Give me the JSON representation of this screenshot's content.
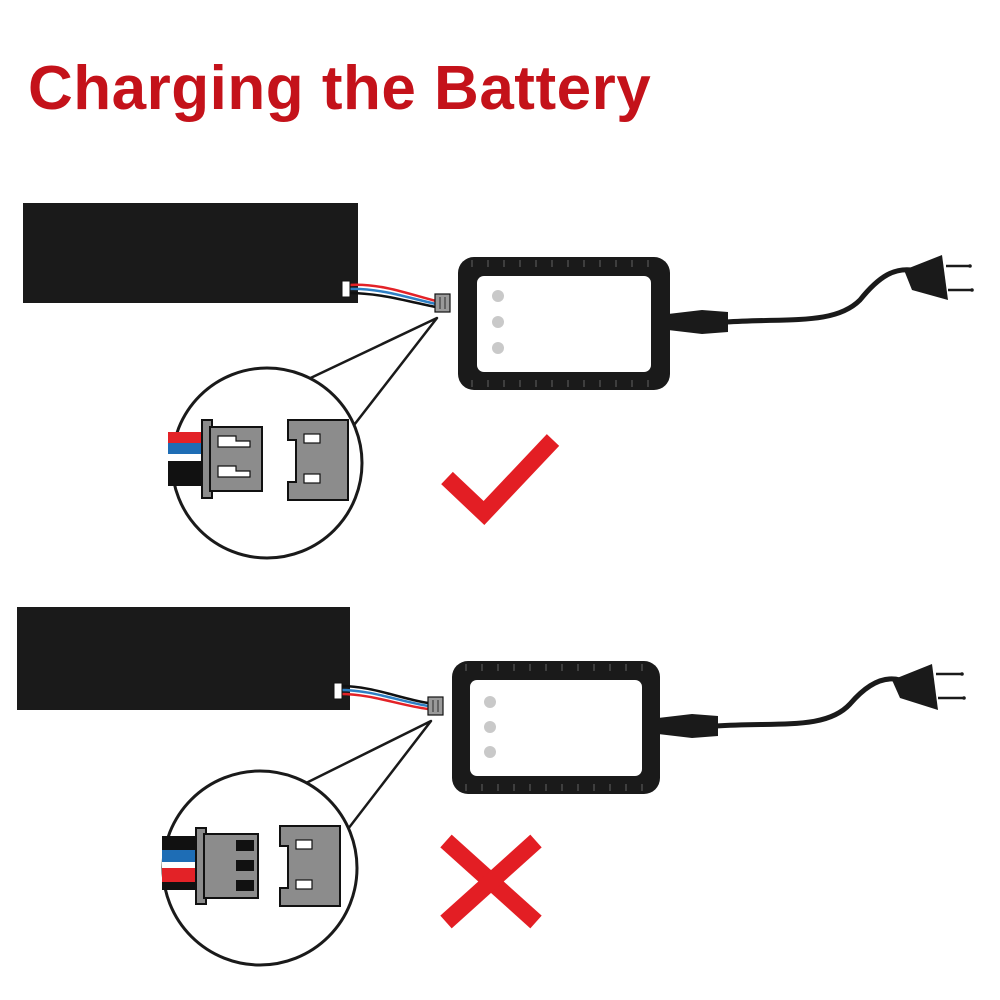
{
  "title": "Charging the Battery",
  "colors": {
    "title": "#c4121a",
    "mark": "#e31e24",
    "device": "#1a1a1a",
    "wire_red": "#e32227",
    "wire_blue": "#2e7fc4",
    "connector_gray": "#8c8c8c",
    "indicator": "#c9c9c9"
  },
  "panels": [
    {
      "id": "correct-connection",
      "result": "correct",
      "result_icon": "checkmark-icon",
      "wire_order_top_to_bottom": [
        "red",
        "blue",
        "black"
      ]
    },
    {
      "id": "incorrect-connection",
      "result": "incorrect",
      "result_icon": "cross-icon",
      "wire_order_top_to_bottom": [
        "black",
        "blue",
        "red"
      ]
    }
  ]
}
